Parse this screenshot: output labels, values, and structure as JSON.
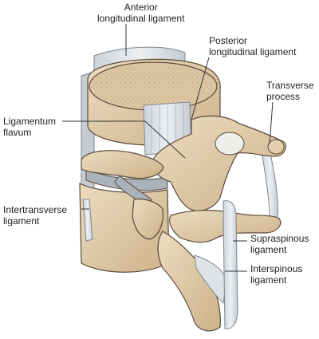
{
  "diagram": {
    "labels": {
      "anterior_longitudinal_ligament": [
        "Anterior",
        "longitudinal ligament"
      ],
      "posterior_longitudinal_ligament": [
        "Posterior",
        "longitudinal ligament"
      ],
      "transverse_process": [
        "Transverse",
        "process"
      ],
      "ligamentum_flavum": [
        "Ligamentum",
        "flavum"
      ],
      "intertransverse_ligament": [
        "Intertransverse",
        "ligament"
      ],
      "supraspinous_ligament": [
        "Supraspinous",
        "ligament"
      ],
      "interspinous_ligament": [
        "Interspinous",
        "ligament"
      ]
    },
    "colors": {
      "bone": "#e3cfae",
      "bone_shadow": "#c7ad86",
      "bone_outline": "#5a4a3a",
      "ligament": "#d9dde0",
      "ligament_shade": "#b9c0c6",
      "disc": "#a9b3b9",
      "cancellous": "#d8c3a0",
      "leader_line": "#333333"
    }
  }
}
